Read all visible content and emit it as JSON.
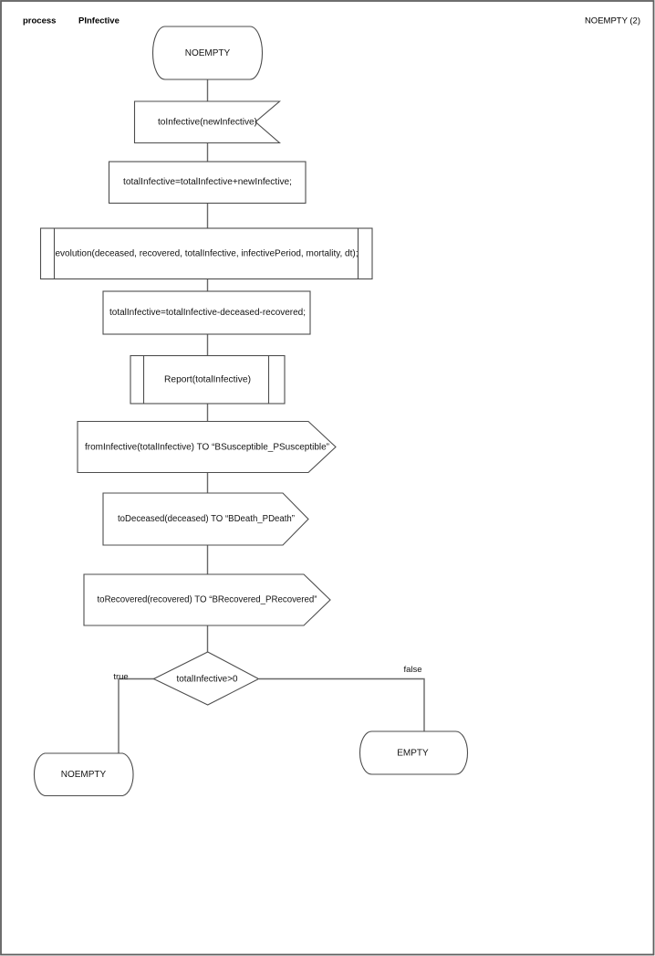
{
  "header": {
    "kind_label": "process",
    "process_name": "PInfective",
    "page_ref": "NOEMPTY (2)"
  },
  "diagram": {
    "colors": {
      "shape_stroke": "#4d4d4d",
      "connector": "#676767",
      "page_border": "#5e5e5e",
      "text": "#121212",
      "background": "#ffffff"
    },
    "nodes": {
      "start_state": {
        "type": "state",
        "label": "NOEMPTY"
      },
      "input_signal": {
        "type": "input-signal",
        "label": "toInfective(newInfective)"
      },
      "task_add": {
        "type": "task",
        "label": "totalInfective=totalInfective+newInfective;"
      },
      "procedure_evolution": {
        "type": "procedure-call",
        "label": "evolution(deceased, recovered, totalInfective, infectivePeriod, mortality, dt);"
      },
      "task_update": {
        "type": "task",
        "label": "totalInfective=totalInfective-deceased-recovered;"
      },
      "procedure_report": {
        "type": "procedure-call",
        "label": "Report(totalInfective)"
      },
      "output_from_infective": {
        "type": "output-signal",
        "label": "fromInfective(totalInfective) TO “BSusceptible_PSusceptible”"
      },
      "output_to_deceased": {
        "type": "output-signal",
        "label": "toDeceased(deceased) TO “BDeath_PDeath”"
      },
      "output_to_recovered": {
        "type": "output-signal",
        "label": "toRecovered(recovered) TO “BRecovered_PRecovered”"
      },
      "decision": {
        "type": "decision",
        "label": "totalInfective>0"
      },
      "next_state_true": {
        "type": "state",
        "label": "NOEMPTY"
      },
      "next_state_false": {
        "type": "state",
        "label": "EMPTY"
      }
    },
    "branches": {
      "true_label": "true",
      "false_label": "false"
    }
  }
}
